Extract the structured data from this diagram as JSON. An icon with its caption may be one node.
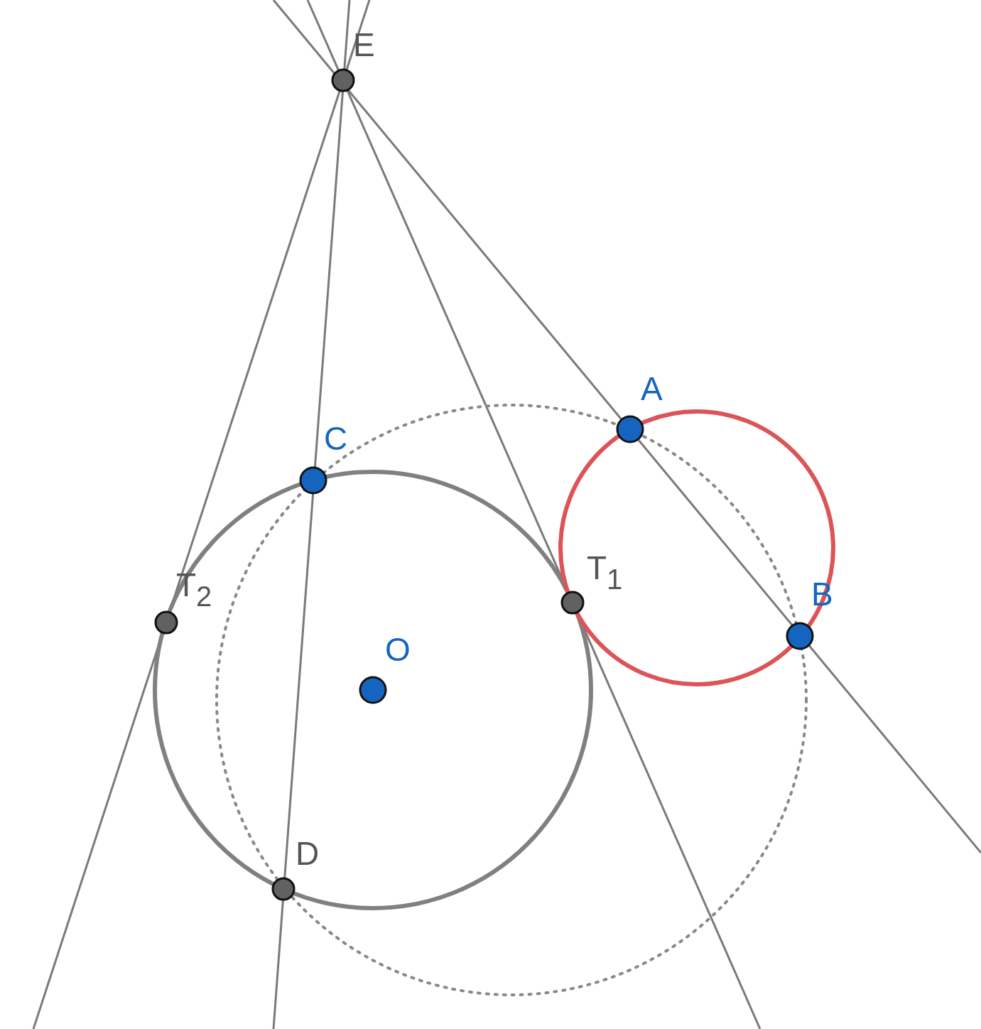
{
  "diagram": {
    "labels": [
      "E",
      "A",
      "C",
      "T$_{1}$",
      "T$_{2}$",
      "O",
      "B",
      "D"
    ]
  }
}
